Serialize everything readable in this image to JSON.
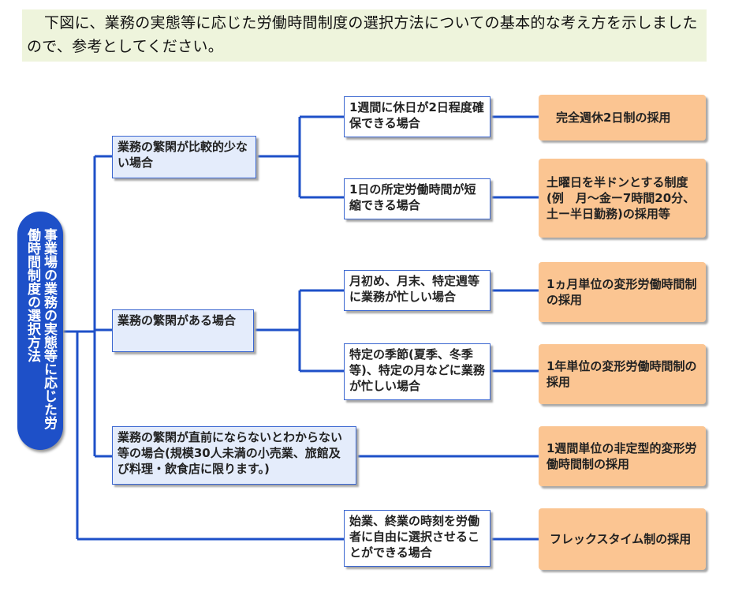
{
  "intro": {
    "text": "下図に、業務の実態等に応じた労働時間制度の選択方法についての基本的な考え方を示しましたので、参考としてください。"
  },
  "diagram": {
    "root": "事業場の業務の実態等に応じた労働時間制度の選択方法",
    "conditions": [
      {
        "label": "業務の繁閑が比較的少ない場合"
      },
      {
        "label": "業務の繁閑がある場合"
      },
      {
        "label": "業務の繁閑が直前にならないとわからない等の場合(規模30人未満の小売業、旅館及び料理・飲食店に限ります。)"
      }
    ],
    "sub_conditions": [
      {
        "label": "1週間に休日が2日程度確保できる場合"
      },
      {
        "label": "1日の所定労働時間が短縮できる場合"
      },
      {
        "label": "月初め、月末、特定週等に業務が忙しい場合"
      },
      {
        "label": "特定の季節(夏季、冬季等)、特定の月などに業務が忙しい場合"
      },
      {
        "label": "始業、終業の時刻を労働者に自由に選択させることができる場合"
      }
    ],
    "results": [
      {
        "label": "完全週休2日制の採用"
      },
      {
        "label": "土曜日を半ドンとする制度(例　月～金ー7時間20分、土ー半日勤務)の採用等"
      },
      {
        "label": "1ヵ月単位の変形労働時間制の採用"
      },
      {
        "label": "1年単位の変形労働時間制の採用"
      },
      {
        "label": "1週間単位の非定型的変形労働時間制の採用"
      },
      {
        "label": "フレックスタイム制の採用"
      }
    ],
    "colors": {
      "line": "#1e50c8",
      "root_fill": "#1e50c8",
      "condition_fill": "#e4ecfb",
      "result_fill": "#fbc592",
      "intro_bg": "#eef4dc"
    }
  }
}
